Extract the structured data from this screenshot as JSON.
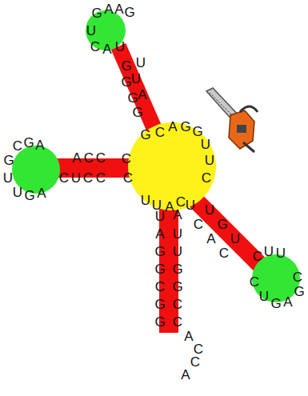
{
  "diagram": {
    "labels": [
      "G",
      "A",
      "A",
      "G",
      "U",
      "C",
      "A",
      "U",
      "G",
      "U",
      "U",
      "G",
      "A",
      "G",
      "G",
      "C",
      "A",
      "G",
      "G",
      "U",
      "U",
      "C",
      "A",
      "U",
      "U",
      "C",
      "C",
      "G",
      "A",
      "C",
      "C",
      "C",
      "U",
      "C",
      "C",
      "C",
      "G",
      "A",
      "G",
      "U",
      "U",
      "G",
      "A",
      "U",
      "A",
      "G",
      "G",
      "C",
      "G",
      "G",
      "A",
      "U",
      "U",
      "G",
      "G",
      "C",
      "C",
      "A",
      "C",
      "C",
      "A",
      "C",
      "U",
      "U",
      "C",
      "G",
      "A",
      "U",
      "C",
      "C",
      "U",
      "U",
      "C",
      "G",
      "A",
      "G",
      "U",
      "C"
    ]
  }
}
